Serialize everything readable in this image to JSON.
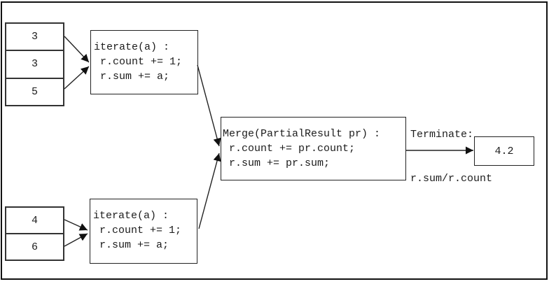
{
  "diagram": {
    "background": "#ffffff",
    "border_color": "#222222",
    "text_color": "#1c1c1c",
    "inputs_top": {
      "values": [
        "3",
        "3",
        "5"
      ]
    },
    "inputs_bottom": {
      "values": [
        "4",
        "6"
      ]
    },
    "iterate_top": {
      "lines": [
        "iterate(a) :",
        " r.count += 1;",
        " r.sum += a;"
      ]
    },
    "iterate_bottom": {
      "lines": [
        "iterate(a) :",
        " r.count += 1;",
        " r.sum += a;"
      ]
    },
    "merge": {
      "lines": [
        "Merge(PartialResult pr) :",
        " r.count += pr.count;",
        " r.sum += pr.sum;"
      ]
    },
    "terminate": {
      "lines": [
        "Terminate:",
        "r.sum/r.count"
      ]
    },
    "result": {
      "value": "4.2"
    }
  }
}
